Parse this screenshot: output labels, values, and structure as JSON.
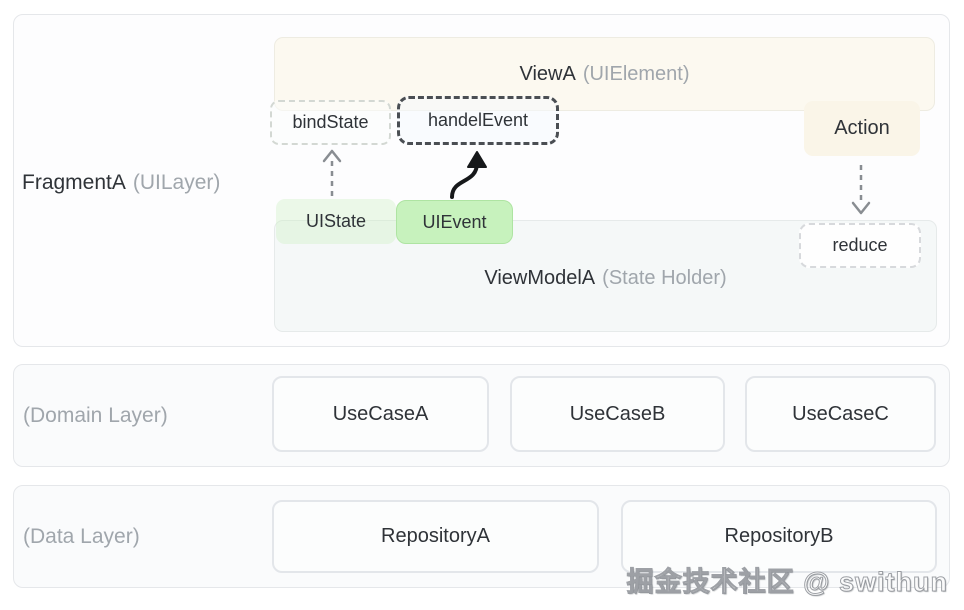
{
  "ui_layer": {
    "name": "FragmentA",
    "role": "(UILayer)",
    "view": {
      "name": "ViewA",
      "role": "(UIElement)"
    },
    "viewmodel": {
      "name": "ViewModelA",
      "role": "(State Holder)"
    },
    "bind_state": "bindState",
    "handel_event": "handelEvent",
    "action": "Action",
    "ui_state": "UIState",
    "ui_event": "UIEvent",
    "reduce": "reduce"
  },
  "domain_layer": {
    "label": "(Domain Layer)",
    "use_cases": [
      "UseCaseA",
      "UseCaseB",
      "UseCaseC"
    ]
  },
  "data_layer": {
    "label": "(Data Layer)",
    "repositories": [
      "RepositoryA",
      "RepositoryB"
    ]
  },
  "watermark": {
    "text": "掘金技术社区 @ swithun"
  },
  "colors": {
    "ui_event_green": "#c7f2bd",
    "ui_state_green_tint": "rgba(198,240,188,0.32)",
    "action_cream": "#faf5e8",
    "view_cream": "#fcf9f0",
    "viewmodel_tint": "#f5f8f8",
    "panel_border": "#e5e7ea",
    "text_dark": "#2f3338",
    "text_gray": "#a0a6ac",
    "arrow_gray": "#898d92",
    "arrow_black": "#16181a"
  }
}
